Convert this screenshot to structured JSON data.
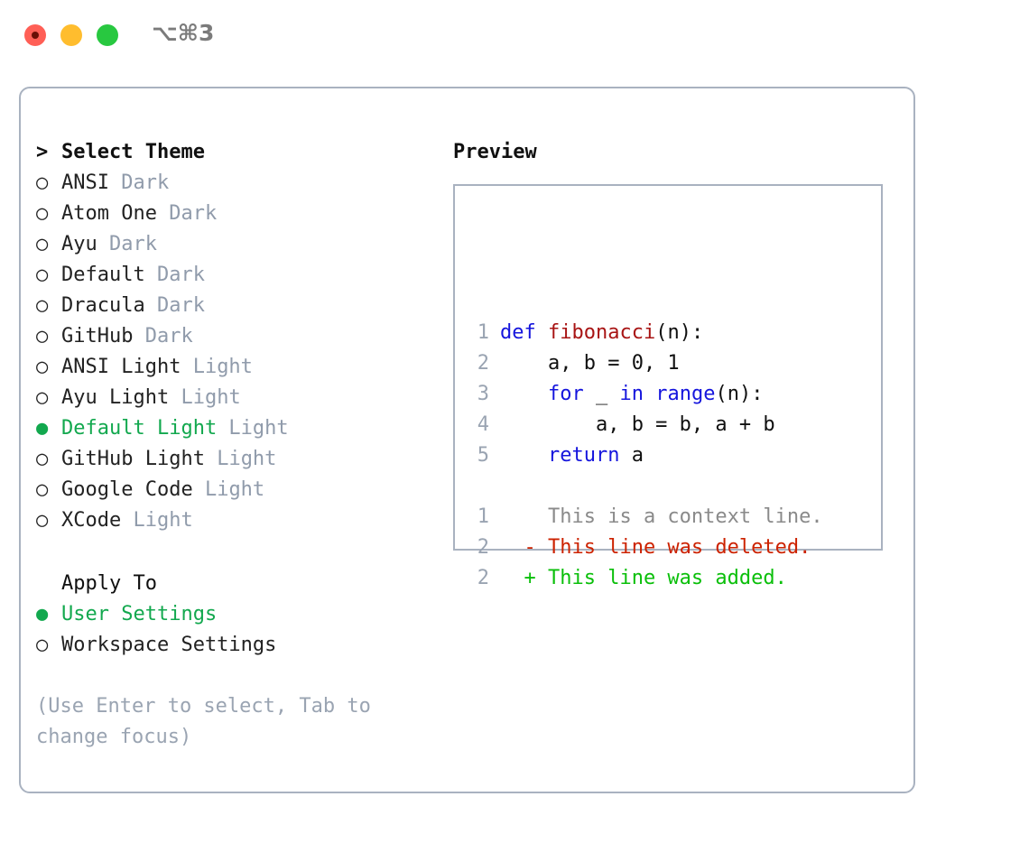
{
  "titlebar": {
    "shortcut": "⌥⌘3",
    "buttons": [
      {
        "name": "close",
        "color": "#ff5f56"
      },
      {
        "name": "minimize",
        "color": "#ffbd2e"
      },
      {
        "name": "maximize",
        "color": "#28c840"
      }
    ]
  },
  "theme_list": {
    "header": "Select Theme",
    "caret": ">",
    "marker_unselected": "○",
    "marker_selected": "●",
    "items": [
      {
        "label": "ANSI",
        "suffix": "Dark",
        "selected": false
      },
      {
        "label": "Atom One",
        "suffix": "Dark",
        "selected": false
      },
      {
        "label": "Ayu",
        "suffix": "Dark",
        "selected": false
      },
      {
        "label": "Default",
        "suffix": "Dark",
        "selected": false
      },
      {
        "label": "Dracula",
        "suffix": "Dark",
        "selected": false
      },
      {
        "label": "GitHub",
        "suffix": "Dark",
        "selected": false
      },
      {
        "label": "ANSI Light",
        "suffix": "Light",
        "selected": false
      },
      {
        "label": "Ayu Light",
        "suffix": "Light",
        "selected": false
      },
      {
        "label": "Default Light",
        "suffix": "Light",
        "selected": true
      },
      {
        "label": "GitHub Light",
        "suffix": "Light",
        "selected": false
      },
      {
        "label": "Google Code",
        "suffix": "Light",
        "selected": false
      },
      {
        "label": "XCode",
        "suffix": "Light",
        "selected": false
      }
    ]
  },
  "apply_to": {
    "title": "Apply To",
    "items": [
      {
        "label": "User Settings",
        "selected": true
      },
      {
        "label": "Workspace Settings",
        "selected": false
      }
    ]
  },
  "hint": "(Use Enter to select, Tab to change focus)",
  "preview": {
    "title": "Preview",
    "code_lines": [
      {
        "num": "1",
        "tokens": [
          {
            "t": "def ",
            "c": "kw"
          },
          {
            "t": "fibonacci",
            "c": "fn"
          },
          {
            "t": "(n):",
            "c": "plain"
          }
        ]
      },
      {
        "num": "2",
        "tokens": [
          {
            "t": "    a, b = 0, 1",
            "c": "plain"
          }
        ]
      },
      {
        "num": "3",
        "tokens": [
          {
            "t": "    ",
            "c": "plain"
          },
          {
            "t": "for",
            "c": "kw"
          },
          {
            "t": " _ ",
            "c": "plain"
          },
          {
            "t": "in range",
            "c": "kw"
          },
          {
            "t": "(n):",
            "c": "plain"
          }
        ]
      },
      {
        "num": "4",
        "tokens": [
          {
            "t": "        a, b = b, a + b",
            "c": "plain"
          }
        ]
      },
      {
        "num": "5",
        "tokens": [
          {
            "t": "    ",
            "c": "plain"
          },
          {
            "t": "return",
            "c": "kw"
          },
          {
            "t": " a",
            "c": "plain"
          }
        ]
      }
    ],
    "diff_lines": [
      {
        "num": "1",
        "sign": " ",
        "text": "This is a context line.",
        "kind": "ctx"
      },
      {
        "num": "2",
        "sign": "-",
        "text": "This line was deleted.",
        "kind": "del"
      },
      {
        "num": "2",
        "sign": "+",
        "text": "This line was added.",
        "kind": "add"
      }
    ]
  },
  "colors": {
    "accent_green": "#12a84e",
    "diff_add_green": "#0abf0a",
    "diff_del_red": "#cc2200",
    "keyword_blue": "#1515dd",
    "function_red": "#a81414",
    "muted": "#9aa4b2",
    "border": "#a9b2c0"
  }
}
